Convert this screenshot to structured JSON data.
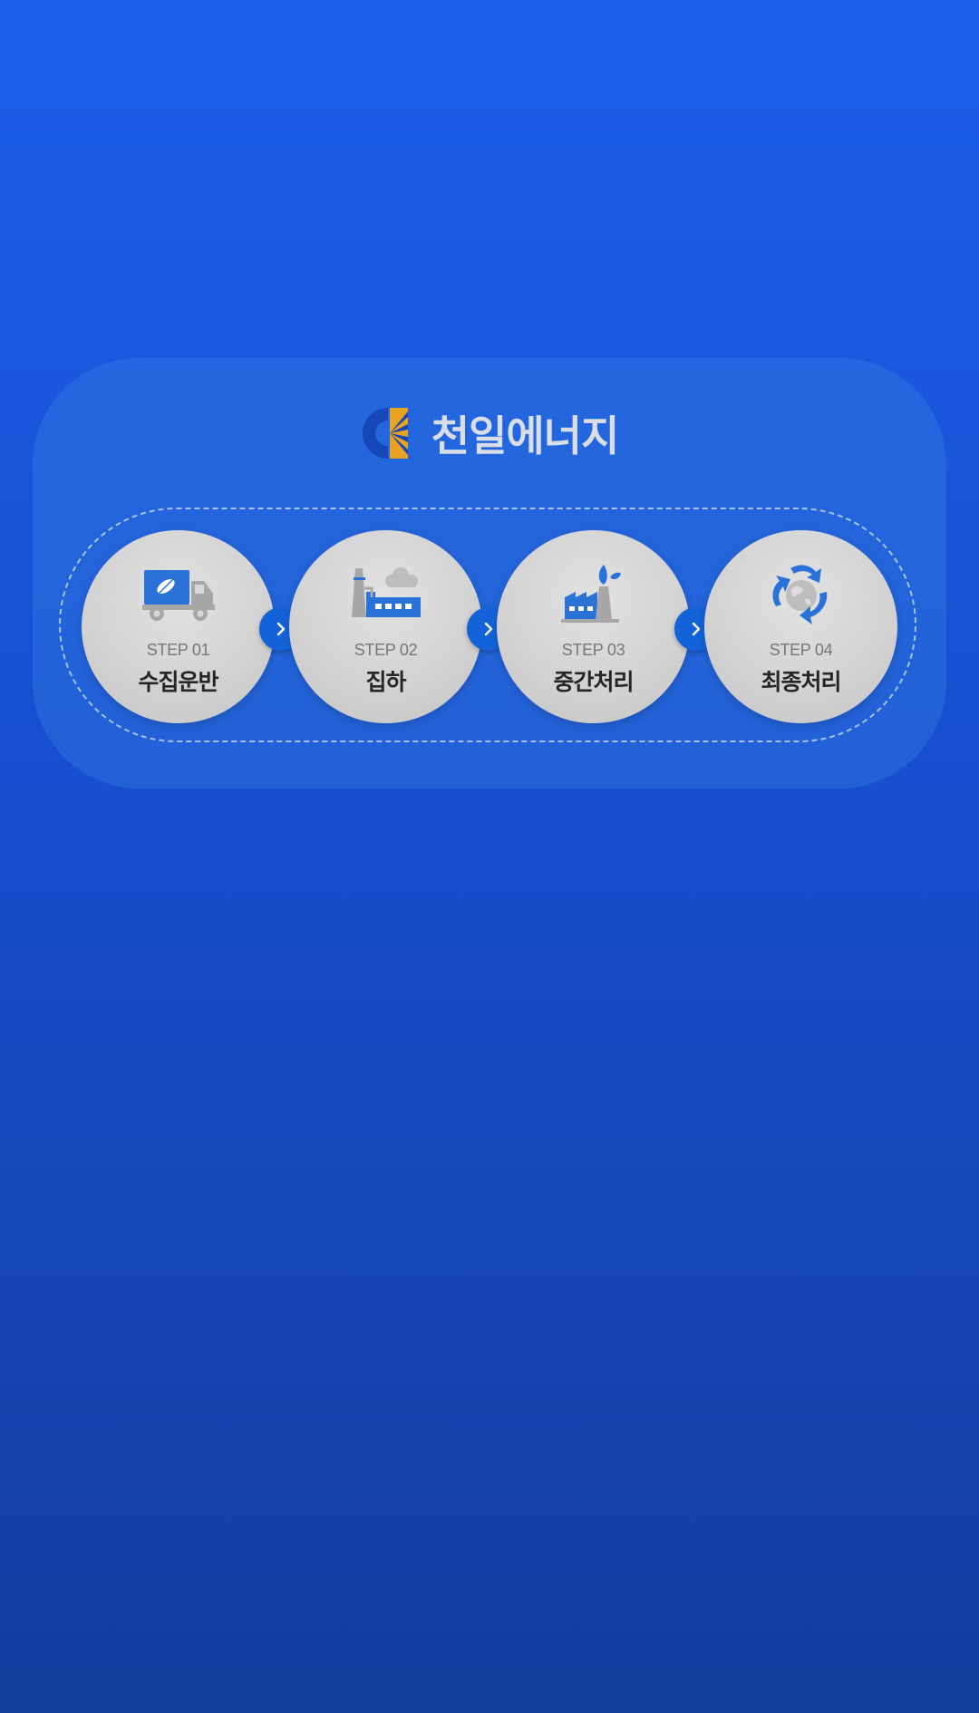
{
  "brand": {
    "name": "천일에너지",
    "logo_icon": "cheonil-logo-icon",
    "logo_colors": {
      "dark": "#1646b8",
      "accent": "#e8a323"
    }
  },
  "steps": [
    {
      "label": "STEP 01",
      "name": "수집운반",
      "icon": "truck-leaf-icon"
    },
    {
      "label": "STEP 02",
      "name": "집하",
      "icon": "factory-storage-icon"
    },
    {
      "label": "STEP 03",
      "name": "중간처리",
      "icon": "factory-plant-icon"
    },
    {
      "label": "STEP 04",
      "name": "최종처리",
      "icon": "recycle-globe-icon"
    }
  ],
  "arrow_icon": "chevron-right-icon",
  "colors": {
    "background_top": "#1c5fe8",
    "background_bottom": "#123d9e",
    "arrow_button": "#1462d8",
    "icon_blue": "#2a72d8",
    "icon_gray": "#a7a7a7"
  }
}
